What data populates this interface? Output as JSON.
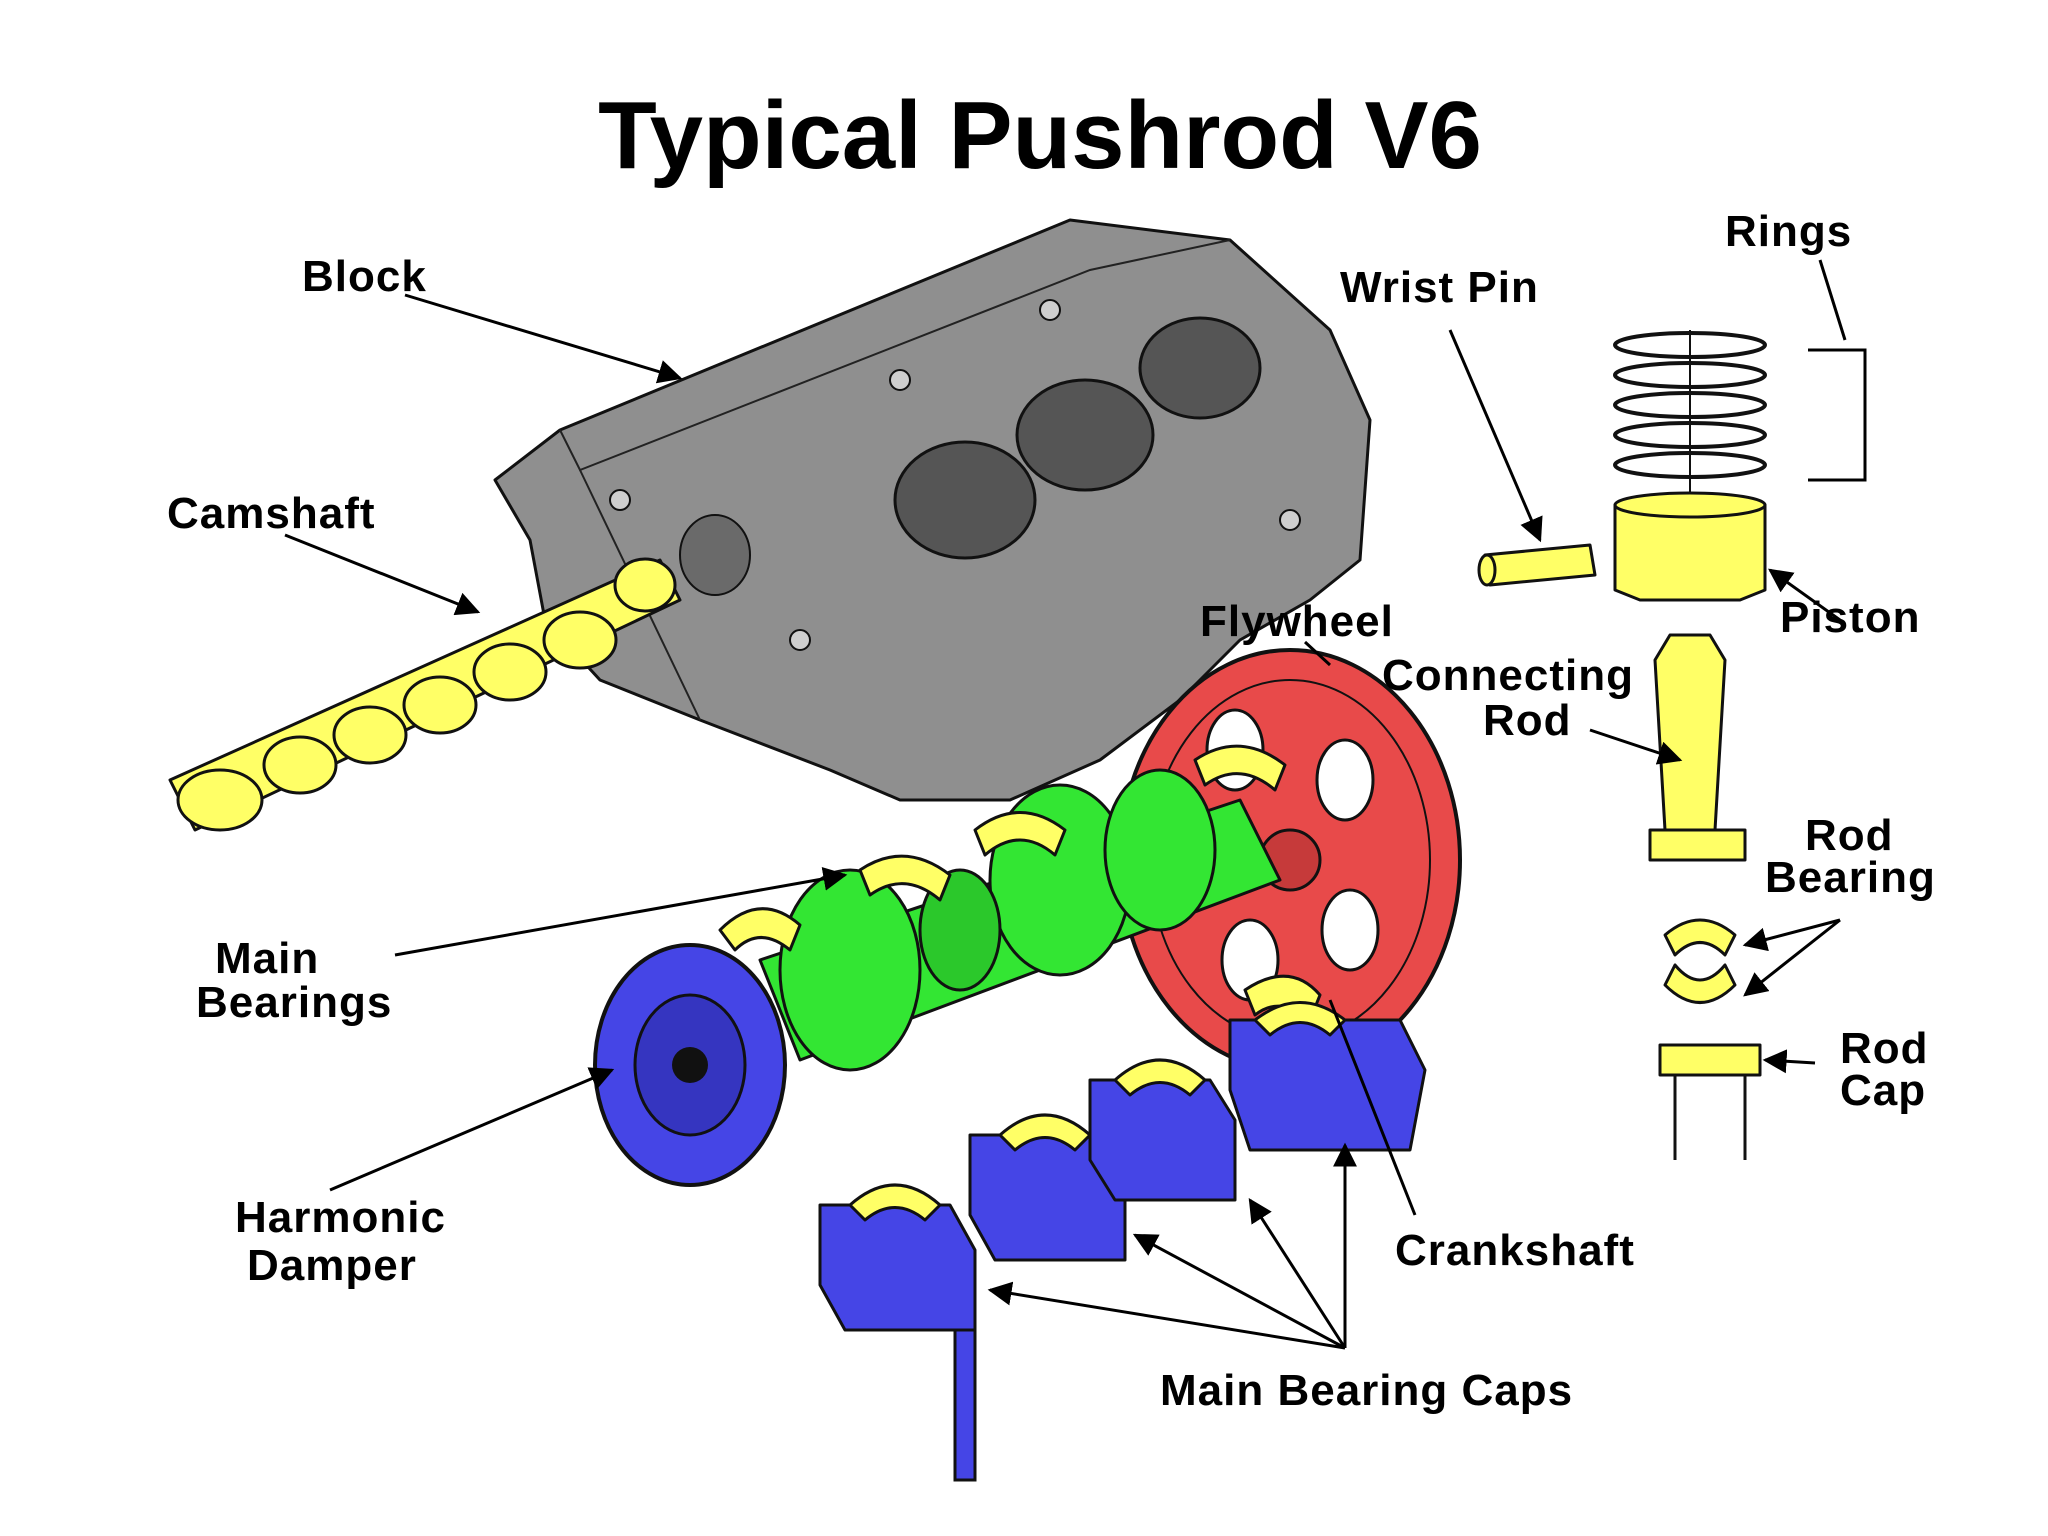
{
  "title": "Typical Pushrod V6",
  "labels": {
    "block": "Block",
    "camshaft": "Camshaft",
    "main_bearings_1": "Main",
    "main_bearings_2": "Bearings",
    "harmonic_damper_1": "Harmonic",
    "harmonic_damper_2": "Damper",
    "flywheel": "Flywheel",
    "connecting_rod_1": "Connecting",
    "connecting_rod_2": "Rod",
    "wrist_pin": "Wrist Pin",
    "rings": "Rings",
    "piston": "Piston",
    "rod_bearing_1": "Rod",
    "rod_bearing_2": "Bearing",
    "rod_cap_1": "Rod",
    "rod_cap_2": "Cap",
    "crankshaft": "Crankshaft",
    "main_bearing_caps": "Main Bearing Caps"
  },
  "colors": {
    "block": "#8f8f8f",
    "camshaft": "#ffff66",
    "crankshaft": "#33e633",
    "flywheel": "#e84a4a",
    "damper_caps": "#4545e6",
    "bearings_piston": "#ffff66",
    "outline": "#111111"
  }
}
